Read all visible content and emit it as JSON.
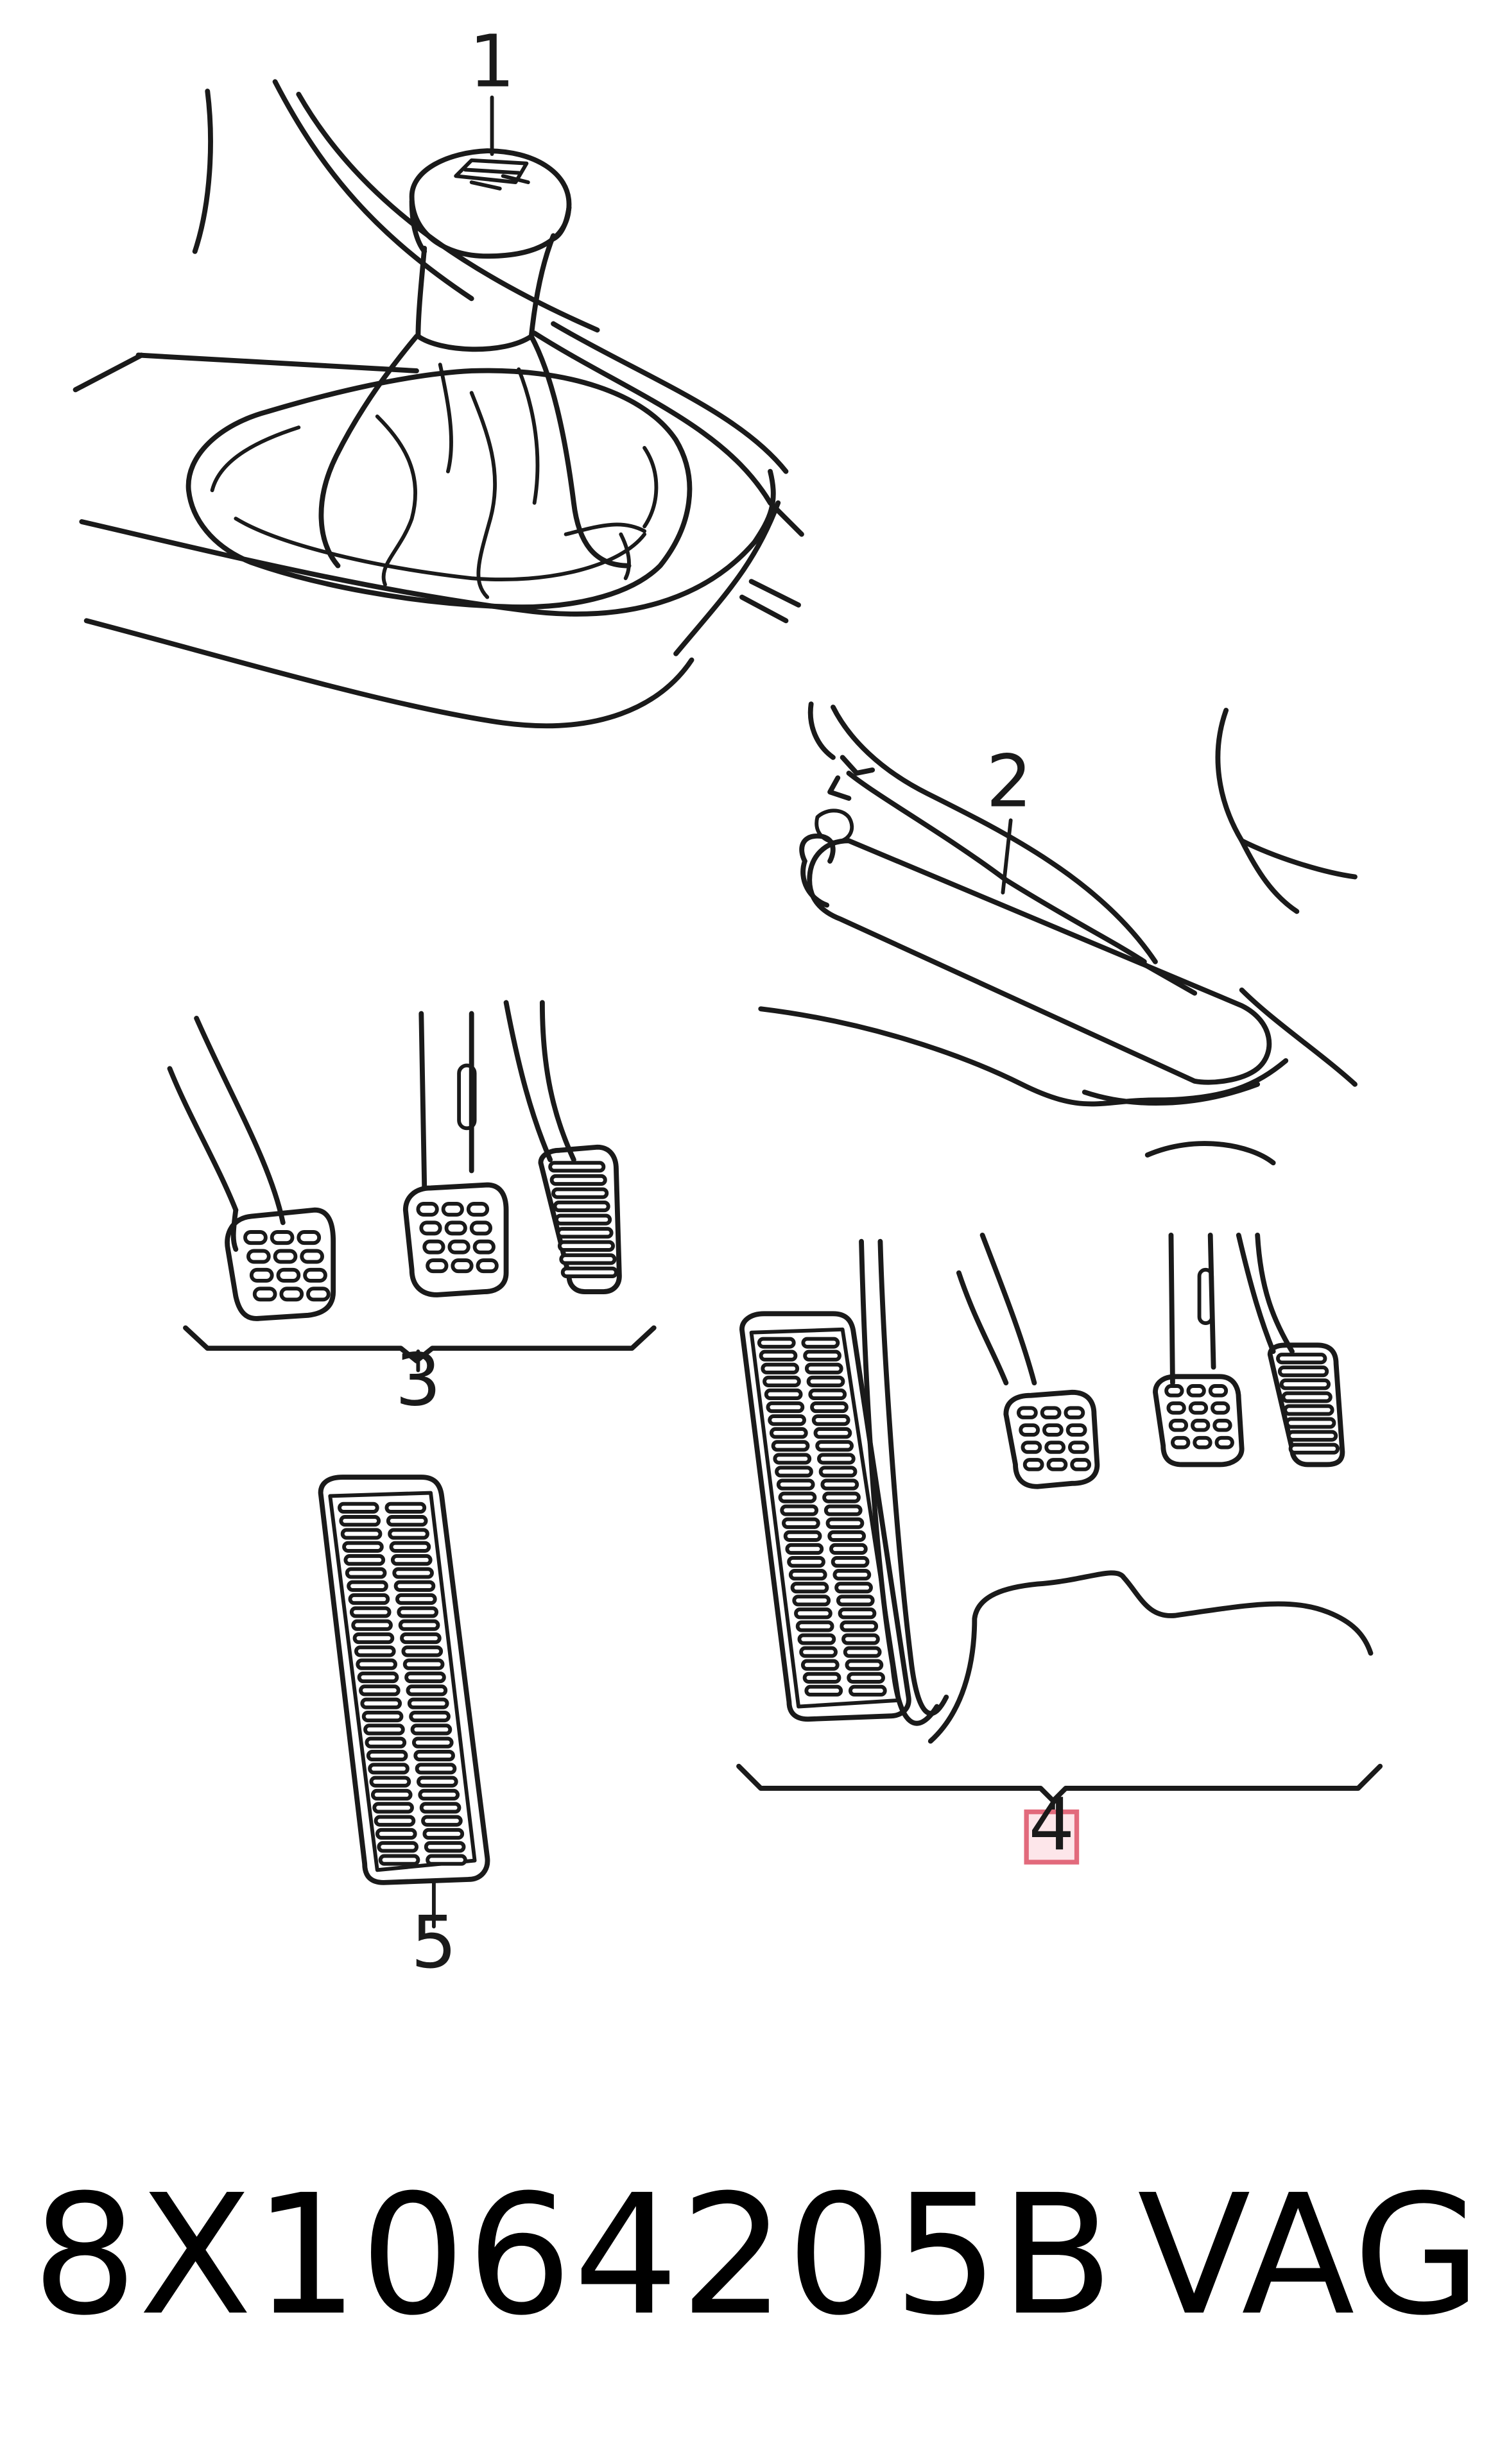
{
  "callouts": {
    "c1": "1",
    "c2": "2",
    "c3": "3",
    "c4": "4",
    "c5": "5"
  },
  "highlighted_callout": "4",
  "colors": {
    "line": "#1a1a1a",
    "highlight_fill": "#fde6ea",
    "highlight_stroke": "#e26a7c"
  },
  "footer": {
    "part_number": "8X1064205B",
    "brand": "VAG"
  }
}
